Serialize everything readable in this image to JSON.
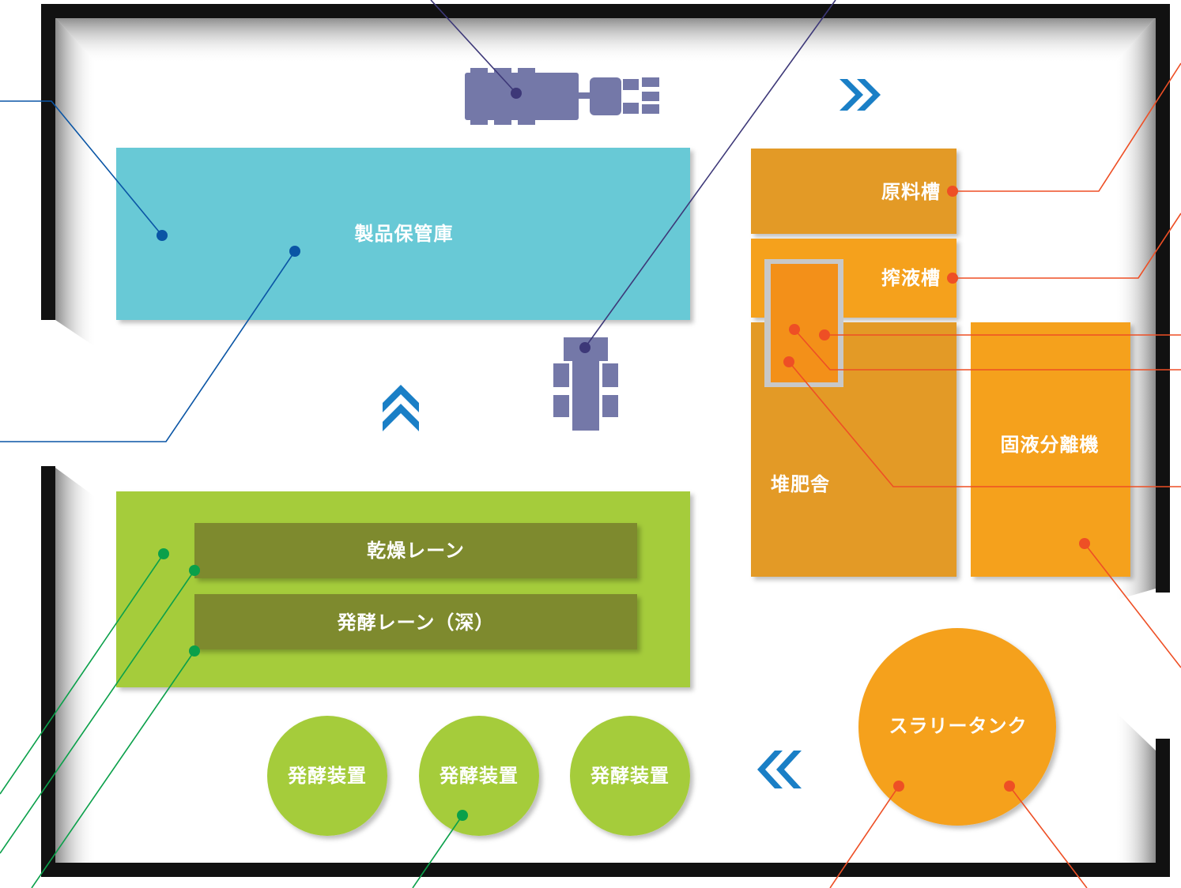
{
  "colors": {
    "wall": "#111111",
    "storage": "#68c9d6",
    "lime": "#a5cc3b",
    "olive": "#7e8a2f",
    "orange_dark": "#e39a26",
    "orange_light": "#f5a11f",
    "orange_inner": "#f39019",
    "blue_line": "#0a55a5",
    "purple_line": "#3d3878",
    "green_line": "#0aa04a",
    "red_line": "#ee4f25",
    "vehicle": "#7478a8",
    "chevron": "#1a7fc6"
  },
  "labels": {
    "storage": "製品保管庫",
    "raw_tank": "原料槽",
    "press_tank": "搾液槽",
    "separator": "固液分離機",
    "compost": "堆肥舎",
    "dry_lane": "乾燥レーン",
    "ferment_lane": "発酵レーン（深）",
    "ferment_1": "発酵装置",
    "ferment_2": "発酵装置",
    "ferment_3": "発酵装置",
    "slurry_tank": "スラリータンク"
  },
  "icons": {
    "flow_right": "double-chevron-right",
    "flow_up": "double-chevron-up",
    "flow_left": "double-chevron-left",
    "truck": "truck-icon",
    "tractor": "tractor-icon"
  }
}
